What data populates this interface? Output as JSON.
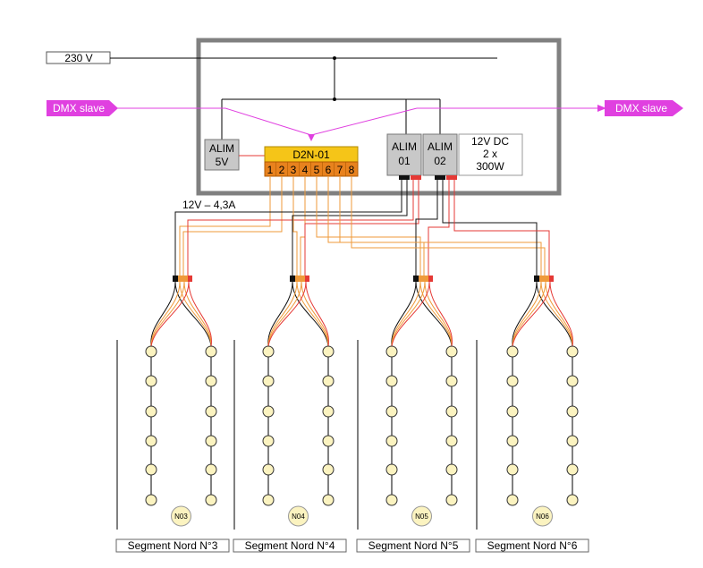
{
  "inputs": {
    "power_label": "230 V",
    "dmx_in_label": "DMX slave",
    "dmx_out_label": "DMX slave"
  },
  "modules": {
    "alim5v": {
      "line1": "ALIM",
      "line2": "5V"
    },
    "controller": {
      "title": "D2N-01",
      "channels": [
        "1",
        "2",
        "3",
        "4",
        "5",
        "6",
        "7",
        "8"
      ]
    },
    "alim01": {
      "line1": "ALIM",
      "line2": "01"
    },
    "alim02": {
      "line1": "ALIM",
      "line2": "02"
    },
    "psu_spec": {
      "line1": "12V DC",
      "line2": "2 x",
      "line3": "300W"
    }
  },
  "wiring": {
    "output_label": "12V – 4,3A"
  },
  "segments": [
    {
      "tag": "N03",
      "label": "Segment Nord N°3"
    },
    {
      "tag": "N04",
      "label": "Segment Nord N°4"
    },
    {
      "tag": "N05",
      "label": "Segment Nord N°5"
    },
    {
      "tag": "N06",
      "label": "Segment Nord N°6"
    }
  ],
  "colors": {
    "dmx": "#e040e0",
    "controller": "#f5c518",
    "channels": "#e8821e",
    "alim": "#c8c8c8",
    "led_fill": "#fbf3c0",
    "wire_red": "#e53935",
    "wire_orange": "#ef9a3a",
    "wire_black": "#111111"
  }
}
